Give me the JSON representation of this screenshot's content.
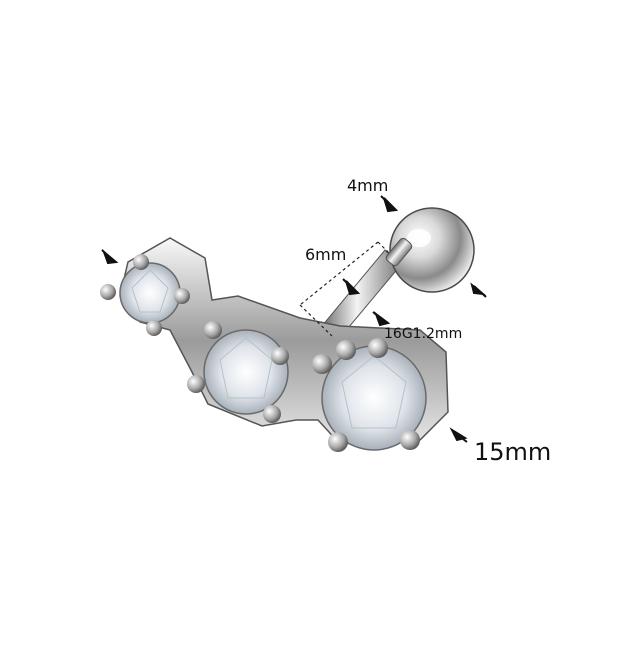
{
  "labels": {
    "ball_size": "4mm",
    "bar_length": "6mm",
    "gauge": "16G1.2mm",
    "total_length": "15mm"
  },
  "colors": {
    "background": "#ffffff",
    "metal_light": "#f4f4f4",
    "metal_mid": "#bfbfbf",
    "metal_dark": "#5a5a5a",
    "gem": "#e9edf1",
    "text": "#111111"
  },
  "icons": {
    "arrow": "arrow-icon",
    "dimension_line": "dashed-dimension-line-icon"
  }
}
